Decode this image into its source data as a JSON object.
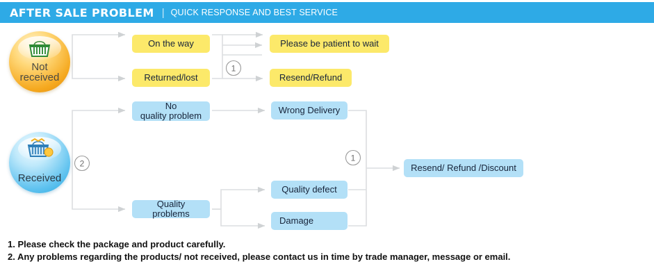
{
  "header": {
    "title": "AFTER SALE PROBLEM",
    "separator": "|",
    "subtitle": "QUICK RESPONSE AND BEST SERVICE",
    "background_color": "#2eaae6",
    "text_color": "#ffffff"
  },
  "colors": {
    "yellow_box": "#fce96a",
    "blue_box": "#b3e0f7",
    "connector": "#d8dadc",
    "badge_orange": "#f5a81e",
    "badge_blue": "#5fc2ef"
  },
  "badges": [
    {
      "id": "not-received",
      "label_line1": "Not",
      "label_line2": "received",
      "icon": "shopping-basket-icon",
      "color": "#f5a81e"
    },
    {
      "id": "received",
      "label_line1": "Received",
      "label_line2": "",
      "icon": "shopping-basket-filled-icon",
      "color": "#5fc2ef"
    }
  ],
  "markers": [
    {
      "id": "marker-1-top",
      "label": "1"
    },
    {
      "id": "marker-2-left",
      "label": "2"
    },
    {
      "id": "marker-1-bottom",
      "label": "1"
    }
  ],
  "nodes": {
    "on_the_way": "On the way",
    "returned_lost": "Returned/lost",
    "please_wait": "Please be patient to wait",
    "resend_refund": "Resend/Refund",
    "no_quality_problem_line1": "No",
    "no_quality_problem_line2": "quality problem",
    "quality_problems": "Quality problems",
    "wrong_delivery": "Wrong Delivery",
    "quality_defect": "Quality defect",
    "damage": "Damage",
    "resend_refund_discount": "Resend/ Refund /Discount"
  },
  "notes": [
    "1. Please check the package and product carefully.",
    "2. Any problems regarding the products/ not received, please contact us in time by trade manager, message or email."
  ]
}
